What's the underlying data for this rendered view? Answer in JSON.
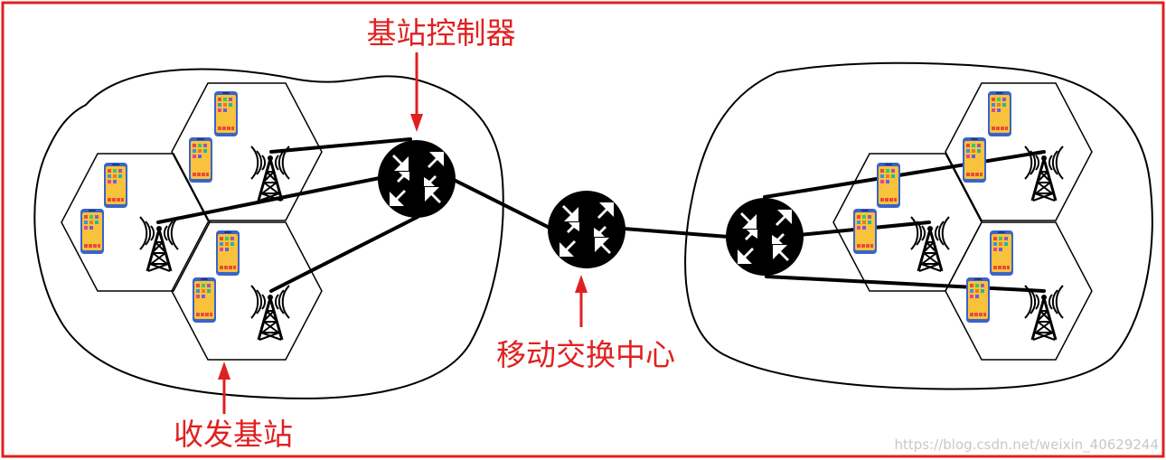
{
  "labels": {
    "bsc": "基站控制器",
    "msc": "移动交换中心",
    "bts": "收发基站",
    "watermark": "https://blog.csdn.net/weixin_40629244"
  },
  "colors": {
    "frame": "#e02020",
    "label": "#e02020",
    "arrow": "#e02020",
    "node": "#000000",
    "line": "#000000",
    "phone_body": "#f9c23c",
    "phone_frame": "#3a64c8",
    "watermark": "#c8c8c8"
  },
  "icons": {
    "router": "router-icon",
    "tower": "cell-tower-icon",
    "phone": "smartphone-icon"
  }
}
